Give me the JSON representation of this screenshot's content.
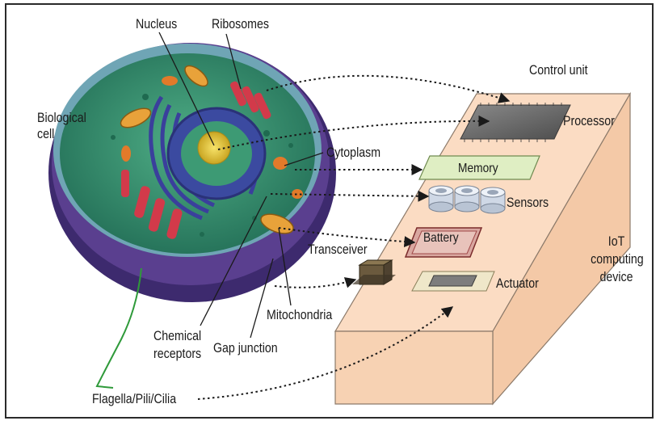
{
  "diagram": {
    "labels": {
      "nucleus": "Nucleus",
      "ribosomes": "Ribosomes",
      "biological_cell_line1": "Biological",
      "biological_cell_line2": "cell",
      "cytoplasm": "Cytoplasm",
      "control_unit": "Control unit",
      "processor": "Processor",
      "memory": "Memory",
      "sensors": "Sensors",
      "battery": "Battery",
      "transceiver": "Transceiver",
      "actuator": "Actuator",
      "iot_line1": "IoT",
      "iot_line2": "computing",
      "iot_line3": "device",
      "mitochondria": "Mitochondria",
      "chemical_line1": "Chemical",
      "chemical_line2": "receptors",
      "gap_junction": "Gap junction",
      "flagella": "Flagella/Pili/Cilia"
    },
    "colors": {
      "device_top": "#fbdcc3",
      "device_side": "#f4c9a7",
      "cell_membrane": "#5a3f8f",
      "cytoplasm": "#2f8f6e",
      "nucleus_envelope": "#3b4aa0",
      "nucleolus": "#e8cf3e",
      "arrow": "#1a1a1a",
      "flagellum": "#2f9a3a"
    }
  }
}
